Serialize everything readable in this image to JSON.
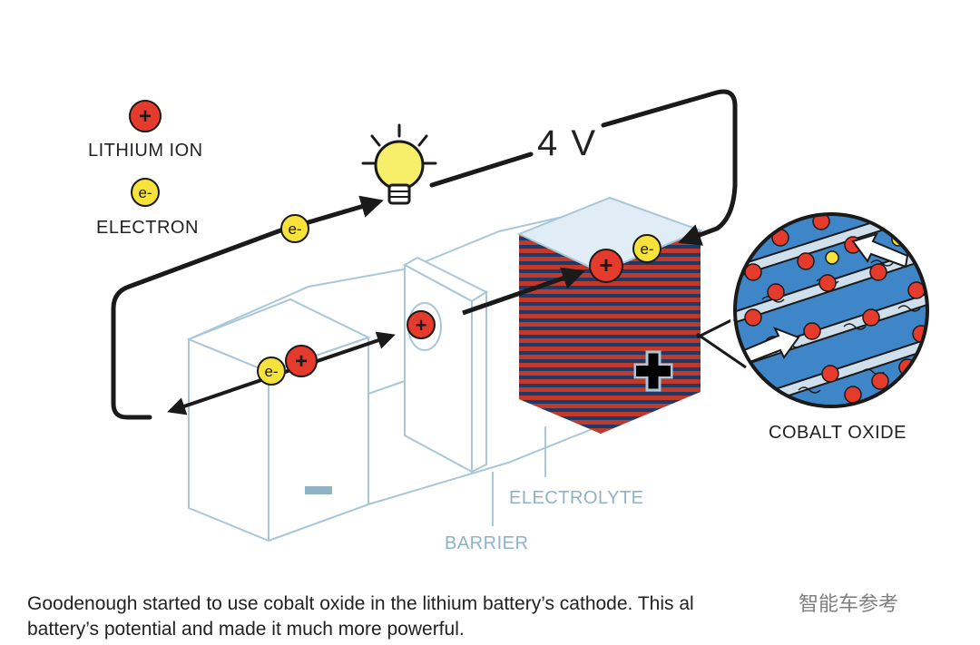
{
  "legend": {
    "ion_symbol": "+",
    "ion_label": "LITHIUM ION",
    "electron_symbol": "e-",
    "electron_label": "ELECTRON"
  },
  "voltage_label": "4 V",
  "particles": {
    "ion": "+",
    "electron": "e-"
  },
  "electrodes": {
    "anode_sign": "−",
    "cathode_sign": "+"
  },
  "labels": {
    "cobalt_oxide": "COBALT OXIDE",
    "electrolyte": "ELECTROLYTE",
    "barrier": "BARRIER"
  },
  "caption": {
    "line1": "Goodenough started to use cobalt oxide in the lithium battery’s cathode. This al",
    "line2": "battery’s potential and made it much more powerful."
  },
  "watermark": "智能车参考",
  "colors": {
    "ion_fill": "#e53b2c",
    "electron_fill": "#f6e23a",
    "cathode_side": "#c0392b",
    "cathode_stripe": "#1f3a66",
    "cathode_top": "#e1edf6",
    "box_outline": "#a9c7d8",
    "lattice_blue": "#3f86c8",
    "wire": "#1a1a1a",
    "bulb": "#f7ef6a"
  }
}
